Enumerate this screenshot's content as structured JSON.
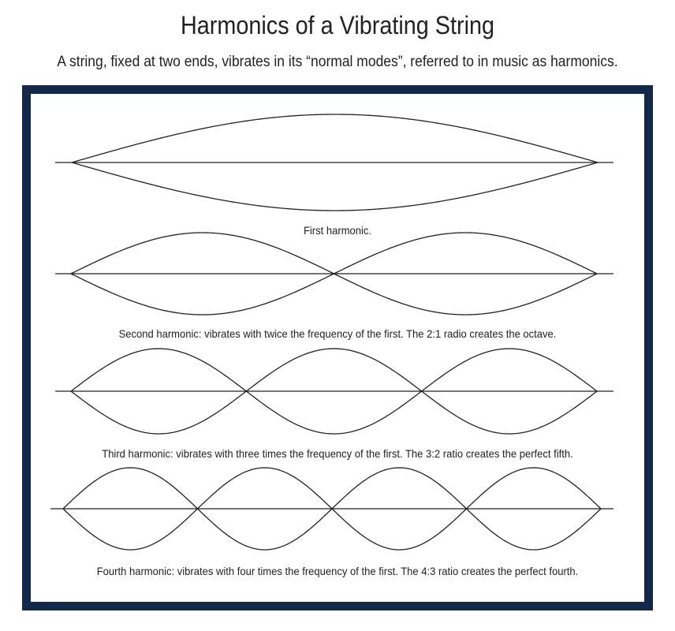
{
  "title": "Harmonics of a Vibrating String",
  "subtitle": "A string, fixed at two ends, vibrates in its “normal modes”, referred to in music as harmonics.",
  "colors": {
    "frame": "#13294b",
    "stroke": "#222222"
  },
  "harmonics": [
    {
      "n": 1,
      "caption": "First harmonic."
    },
    {
      "n": 2,
      "caption": "Second harmonic: vibrates with twice the frequency of the first.  The 2:1 radio creates the octave."
    },
    {
      "n": 3,
      "caption": "Third harmonic: vibrates with three times the frequency of the first.  The 3:2 ratio creates the perfect fifth."
    },
    {
      "n": 4,
      "caption": "Fourth harmonic: vibrates with four times the frequency of the first.  The 4:3 ratio creates the perfect fourth."
    }
  ]
}
